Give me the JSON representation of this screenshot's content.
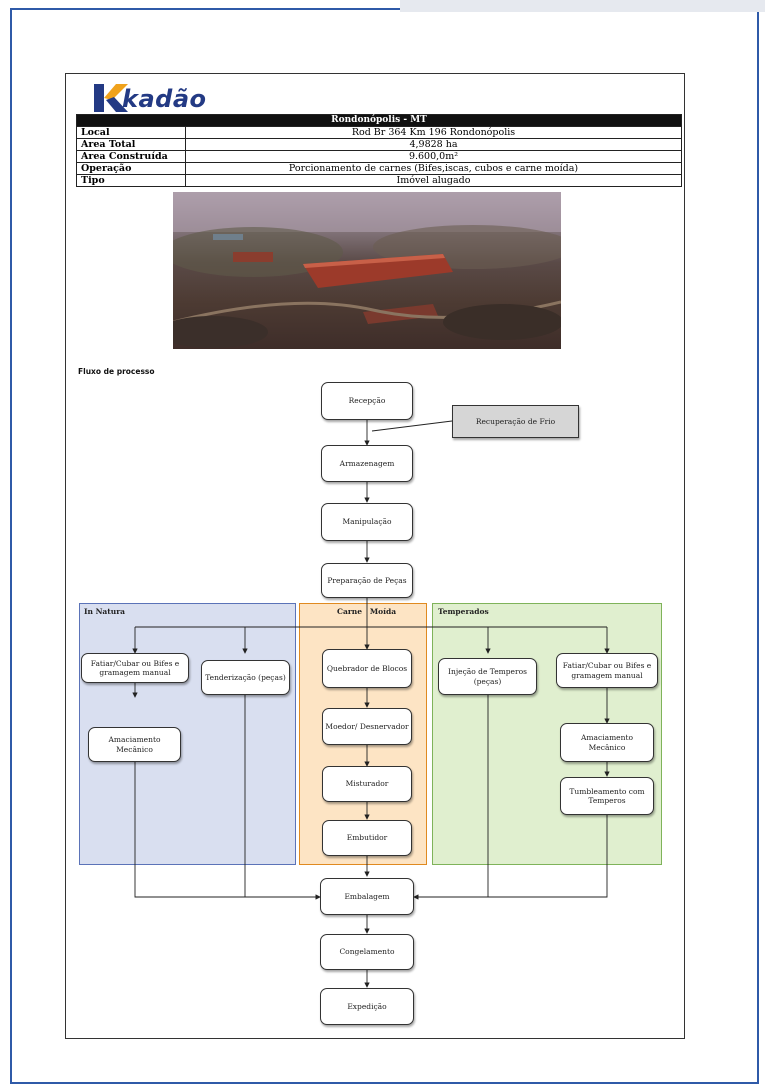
{
  "brand": {
    "name": "kadão",
    "color": "#233a84",
    "accent": "#f0a21c"
  },
  "info_table": {
    "title": "Rondonópolis - MT",
    "rows": [
      {
        "label": "Local",
        "value": "Rod Br 364 Km 196 Rondonópolis"
      },
      {
        "label": "Area Total",
        "value": "4,9828 ha"
      },
      {
        "label": "Area Construída",
        "value": "9.600,0m²"
      },
      {
        "label": "Operação",
        "value": "Porcionamento de carnes (Bifes,iscas, cubos e carne moída)"
      },
      {
        "label": "Tipo",
        "value": "Imóvel alugado"
      }
    ]
  },
  "photo": {
    "description_icon": "aerial-photo"
  },
  "flow": {
    "title": "Fluxo de processo",
    "recepcao": "Recepção",
    "recuperacao": "Recuperação de Frio",
    "armazenagem": "Armazenagem",
    "manipulacao": "Manipulação",
    "preparacao": "Preparação de Peças",
    "zones": {
      "in_natura": "In Natura",
      "carne_moida": "Carne   Moída",
      "temperados": "Temperados"
    },
    "in_natura": {
      "fatiar": "Fatiar/Cubar ou Bifes e gramagem manual",
      "tenderizacao": "Tenderização (peças)",
      "amaciamento": "Amaciamento Mecânico"
    },
    "carne_moida": {
      "quebrador": "Quebrador de Blocos",
      "moedor": "Moedor/ Desnervador",
      "misturador": "Misturador",
      "embutidor": "Embutidor"
    },
    "temperados": {
      "injecao": "Injeção de Temperos (peças)",
      "fatiar": "Fatiar/Cubar ou Bifes e gramagem manual",
      "amaciamento": "Amaciamento Mecânico",
      "tumbleamento": "Tumbleamento com Temperos"
    },
    "embalagem": "Embalagem",
    "congelamento": "Congelamento",
    "expedicao": "Expedição"
  },
  "colors": {
    "in_natura_bg": "#d9dff0",
    "in_natura_border": "#5b73b8",
    "carne_moida_bg": "#fde4c4",
    "carne_moida_border": "#e08a20",
    "temperados_bg": "#e0efcf",
    "temperados_border": "#7fb35a"
  }
}
